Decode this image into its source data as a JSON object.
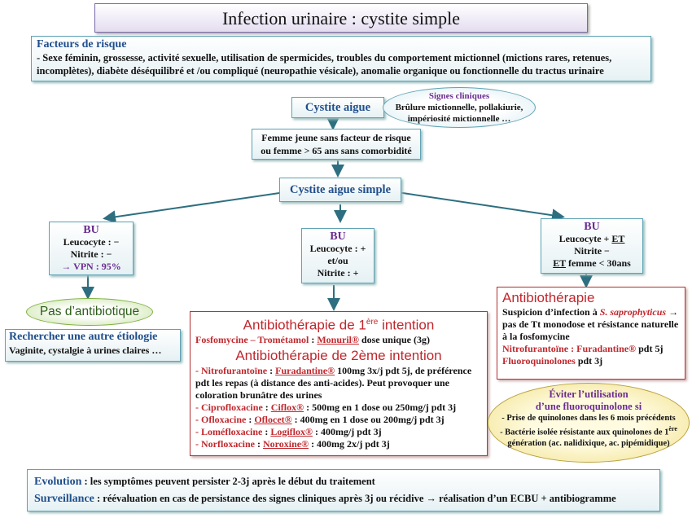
{
  "title": "Infection urinaire : cystite simple",
  "risk": {
    "heading": "Facteurs de risque",
    "text": "- Sexe féminin, grossesse, activité sexuelle, utilisation de spermicides, troubles du comportement mictionnel (mictions rares, retenues, incomplètes), diabète déséquilibré et /ou compliqué (neuropathie vésicale), anomalie organique ou fonctionnelle du tractus urinaire"
  },
  "cystite_aigue": "Cystite aigue",
  "signes": {
    "heading": "Signes cliniques",
    "line1": "Brûlure mictionnelle, pollakiurie,",
    "line2": "impériosité mictionnelle …"
  },
  "femme": {
    "line1": "Femme jeune sans facteur de risque",
    "line2": "ou femme > 65 ans sans comorbidité"
  },
  "cystite_simple": "Cystite aigue simple",
  "bu_left": {
    "heading": "BU",
    "l1": "Leucocyte : −",
    "l2": "Nitrite : −",
    "l3": "VPN : 95%",
    "arrow": "→"
  },
  "bu_mid": {
    "heading": "BU",
    "l1": "Leucocyte : +",
    "l2": "et/ou",
    "l3": "Nitrite : +"
  },
  "bu_right": {
    "heading": "BU",
    "l1a": "Leucocyte + ",
    "l1b": "ET",
    "l2": "Nitrite −",
    "l3a": "ET",
    "l3b": " femme < 30ans"
  },
  "pas_antibio": "Pas d’antibiotique",
  "autre": {
    "heading": "Rechercher une autre étiologie",
    "text": "Vaginite, cystalgie à urines claires …"
  },
  "first_line": {
    "heading_a": "Antibiothérapie de 1",
    "heading_sup": "ère",
    "heading_b": " intention",
    "drug": "Fosfomycine – Trométamol",
    "brand": "Monuril®",
    "dose": " dose unique (3g)"
  },
  "second_line": {
    "heading": "Antibiothérapie de 2ème intention",
    "items": [
      {
        "drug": "- Nitrofurantoïne",
        "brand": "Furadantine®",
        "text": " 100mg 3x/j pdt 5j, de préférence pdt les repas (à distance des anti-acides). Peut provoquer une coloration brunâtre des urines"
      },
      {
        "drug": "- Ciprofloxacine",
        "brand": "Ciflox®",
        "text": " : 500mg en 1 dose ou 250mg/j pdt 3j"
      },
      {
        "drug": "- Ofloxacine",
        "brand": "Oflocet®",
        "text": " : 400mg en 1 dose ou 200mg/j pdt 3j"
      },
      {
        "drug": "- Loméfloxacine",
        "brand": "Logiflox®",
        "text": " : 400mg/j pdt 3j"
      },
      {
        "drug": "- Norfloxacine",
        "brand": "Noroxine®",
        "text": " : 400mg 2x/j pdt 3j"
      }
    ],
    "sep": " : "
  },
  "right_ab": {
    "heading": "Antibiothérapie",
    "t1": "Suspicion d’infection à ",
    "t1i": "S. saprophyticus",
    "t2": " → pas de Tt monodose et résistance naturelle à la fosfomycine",
    "d1": "Nitrofurantoïne",
    "b1": "Furadantine®",
    "x1": " pdt 5j",
    "d2": "Fluoroquinolones",
    "x2": " pdt 3j",
    "sep": " : "
  },
  "eviter": {
    "heading1": "Éviter l’utilisation",
    "heading2": "d’une fluoroquinolone si",
    "l1": "- Prise de quinolones dans les 6 mois précédents",
    "l2a": "- Bactérie isolée résistante aux quinolones de 1",
    "l2sup": "ère",
    "l2b": " génération (ac. nalidixique, ac. pipémidique)"
  },
  "bottom": {
    "evo_label": "Evolution",
    "evo_text": " : les symptômes peuvent persister 2-3j après le début du traitement",
    "surv_label": "Surveillance",
    "surv_text": " : réévaluation en cas de persistance des signes cliniques après 3j ou récidive → réalisation d’un ECBU + antibiogramme"
  }
}
